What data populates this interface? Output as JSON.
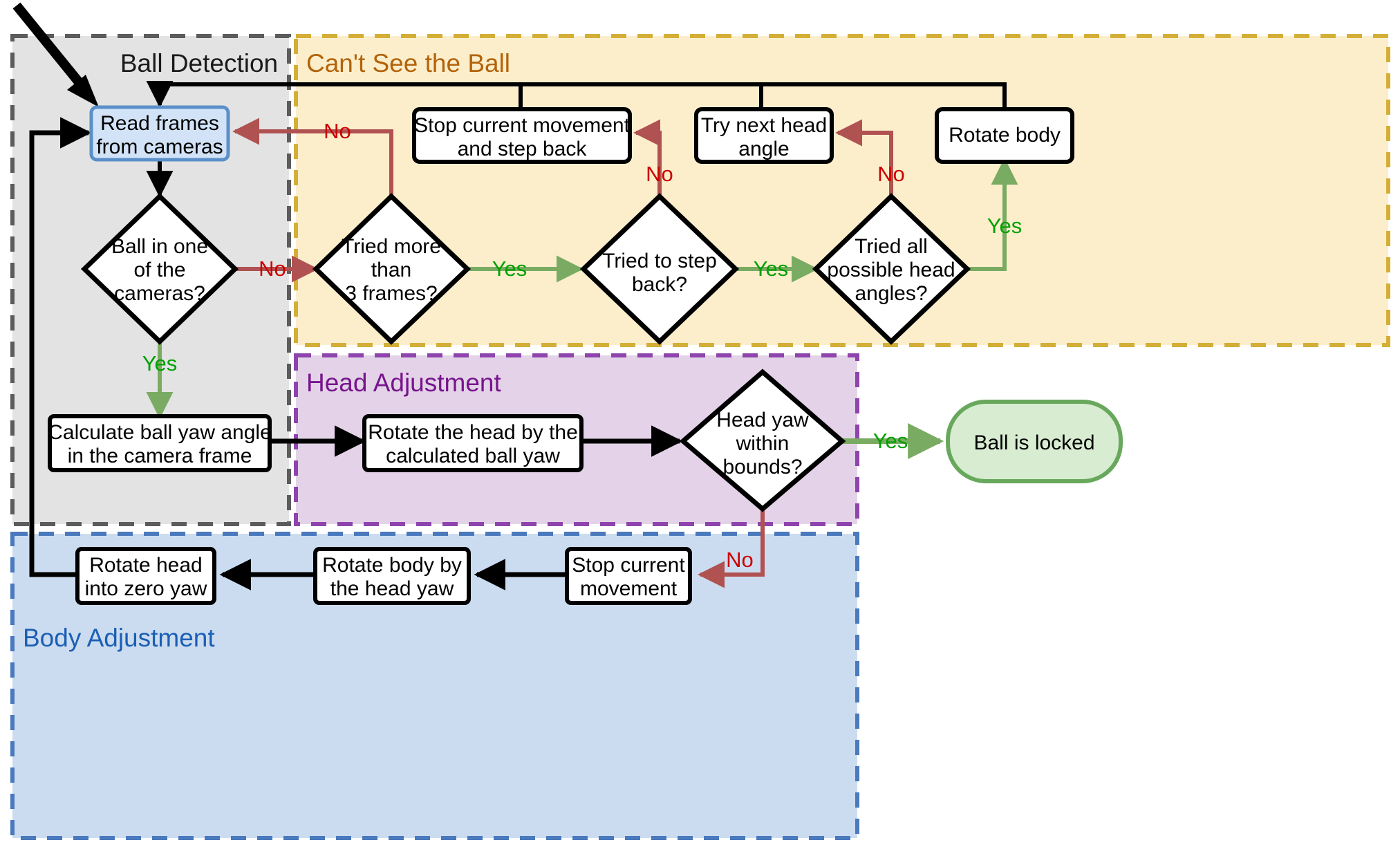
{
  "diagram": {
    "title": "Ball tracking state machine flowchart",
    "groups": [
      {
        "id": "ball-detection",
        "label": "Ball Detection",
        "fill": "#e3e3e3",
        "stroke": "#5c5c5c"
      },
      {
        "id": "cant-see-ball",
        "label": "Can't See the Ball",
        "fill": "#fceecb",
        "stroke": "#d4af37"
      },
      {
        "id": "head-adjustment",
        "label": "Head Adjustment",
        "fill": "#e4d3e8",
        "stroke": "#8e44ad"
      },
      {
        "id": "body-adjustment",
        "label": "Body Adjustment",
        "fill": "#ccdcf0",
        "stroke": "#4a79bd"
      }
    ],
    "nodes": [
      {
        "id": "read-frames",
        "type": "process",
        "label_lines": [
          "Read frames",
          "from cameras"
        ],
        "fill": "#d3e3f7",
        "stroke": "#5b8fc9"
      },
      {
        "id": "ball-in-cameras",
        "type": "decision",
        "label_lines": [
          "Ball in one",
          "of the",
          "cameras?"
        ],
        "fill": "#ffffff",
        "stroke": "#000000"
      },
      {
        "id": "tried-more-than-3-frames",
        "type": "decision",
        "label_lines": [
          "Tried more",
          "than",
          "3 frames?"
        ],
        "fill": "#ffffff",
        "stroke": "#000000"
      },
      {
        "id": "tried-to-step-back",
        "type": "decision",
        "label_lines": [
          "Tried to step",
          "back?"
        ],
        "fill": "#ffffff",
        "stroke": "#000000"
      },
      {
        "id": "tried-all-head-angles",
        "type": "decision",
        "label_lines": [
          "Tried all",
          "possible head",
          "angles?"
        ],
        "fill": "#ffffff",
        "stroke": "#000000"
      },
      {
        "id": "stop-current-movement-step-back",
        "type": "process",
        "label_lines": [
          "Stop current movement",
          "and step back"
        ],
        "fill": "#ffffff",
        "stroke": "#000000"
      },
      {
        "id": "try-next-head-angle",
        "type": "process",
        "label_lines": [
          "Try next head",
          "angle"
        ],
        "fill": "#ffffff",
        "stroke": "#000000"
      },
      {
        "id": "rotate-body",
        "type": "process",
        "label_lines": [
          "Rotate body"
        ],
        "fill": "#ffffff",
        "stroke": "#000000"
      },
      {
        "id": "calculate-ball-yaw",
        "type": "process",
        "label_lines": [
          "Calculate ball yaw angle",
          "in the camera frame"
        ],
        "fill": "#ffffff",
        "stroke": "#000000"
      },
      {
        "id": "rotate-head-by-yaw",
        "type": "process",
        "label_lines": [
          "Rotate the head by the",
          "calculated ball yaw"
        ],
        "fill": "#ffffff",
        "stroke": "#000000"
      },
      {
        "id": "head-yaw-within-bounds",
        "type": "decision",
        "label_lines": [
          "Head yaw",
          "within",
          "bounds?"
        ],
        "fill": "#ffffff",
        "stroke": "#000000"
      },
      {
        "id": "ball-is-locked",
        "type": "terminator",
        "label_lines": [
          "Ball is locked"
        ],
        "fill": "#d8ecd2",
        "stroke": "#68a85c"
      },
      {
        "id": "stop-current-movement",
        "type": "process",
        "label_lines": [
          "Stop current",
          "movement"
        ],
        "fill": "#ffffff",
        "stroke": "#000000"
      },
      {
        "id": "rotate-body-by-head-yaw",
        "type": "process",
        "label_lines": [
          "Rotate body by",
          "the head yaw"
        ],
        "fill": "#ffffff",
        "stroke": "#000000"
      },
      {
        "id": "rotate-head-zero-yaw",
        "type": "process",
        "label_lines": [
          "Rotate head",
          "into zero yaw"
        ],
        "fill": "#ffffff",
        "stroke": "#000000"
      }
    ],
    "edge_labels": {
      "no": "No",
      "yes": "Yes"
    },
    "edges": [
      {
        "from": "ball-in-cameras",
        "to": "tried-more-than-3-frames",
        "label": "No",
        "color": "#b05252"
      },
      {
        "from": "ball-in-cameras",
        "to": "calculate-ball-yaw",
        "label": "Yes",
        "color": "#6aa84f"
      },
      {
        "from": "tried-more-than-3-frames",
        "to": "read-frames",
        "label": "No",
        "color": "#b05252"
      },
      {
        "from": "tried-more-than-3-frames",
        "to": "tried-to-step-back",
        "label": "Yes",
        "color": "#6aa84f"
      },
      {
        "from": "tried-to-step-back",
        "to": "stop-current-movement-step-back",
        "label": "No",
        "color": "#b05252"
      },
      {
        "from": "tried-to-step-back",
        "to": "tried-all-head-angles",
        "label": "Yes",
        "color": "#6aa84f"
      },
      {
        "from": "tried-all-head-angles",
        "to": "try-next-head-angle",
        "label": "No",
        "color": "#b05252"
      },
      {
        "from": "tried-all-head-angles",
        "to": "rotate-body",
        "label": "Yes",
        "color": "#6aa84f"
      },
      {
        "from": "head-yaw-within-bounds",
        "to": "ball-is-locked",
        "label": "Yes",
        "color": "#6aa84f"
      },
      {
        "from": "head-yaw-within-bounds",
        "to": "stop-current-movement",
        "label": "No",
        "color": "#b05252"
      }
    ],
    "colors": {
      "no_label": "#cc0000",
      "yes_label": "#00a000",
      "no_line": "#b05252",
      "yes_line": "#7aab63",
      "black": "#000000",
      "group_gray_title": "#1a1a1a",
      "group_yellow_title": "#b3630a",
      "group_purple_title": "#77158c",
      "group_blue_title": "#1a5fb4"
    }
  }
}
